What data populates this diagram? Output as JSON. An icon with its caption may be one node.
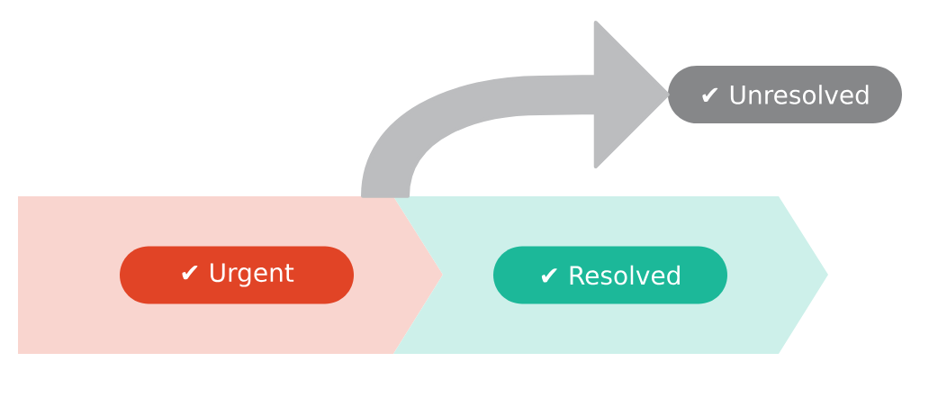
{
  "diagram": {
    "nodes": [
      {
        "text": [],
        "shape": "band"
      },
      {
        "text": [
          "✔ Urgent"
        ],
        "in": 0
      },
      {
        "text": [],
        "shape": "band"
      },
      {
        "text": [
          "✔ Resolved"
        ],
        "in": 2
      },
      {
        "text": [
          "✔ Unresolved"
        ]
      }
    ],
    "edges": [
      {
        "from": 0,
        "to": 4,
        "arrow": "to",
        "style": "thick",
        "color": "#bcbdbf"
      }
    ]
  }
}
